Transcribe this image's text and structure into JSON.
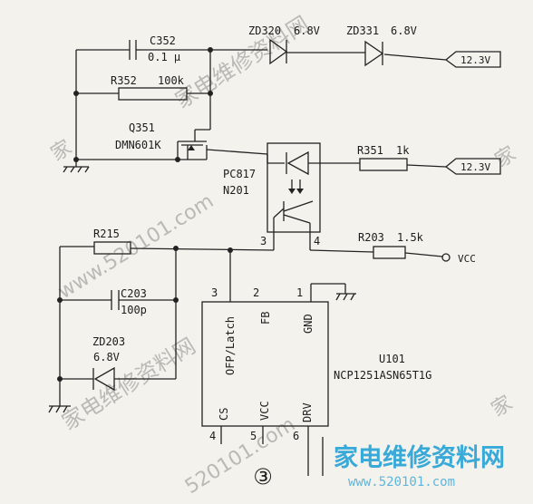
{
  "components": {
    "c352": {
      "ref": "C352",
      "value": "0.1 μ"
    },
    "r352": {
      "ref": "R352",
      "value": "100k"
    },
    "zd320": {
      "ref": "ZD320",
      "value": "6.8V"
    },
    "zd331": {
      "ref": "ZD331",
      "value": "6.8V"
    },
    "q351": {
      "ref": "Q351",
      "part": "DMN601K"
    },
    "pc817": {
      "part": "PC817",
      "ref": "N201",
      "pin3": "3",
      "pin4": "4"
    },
    "r351": {
      "ref": "R351",
      "value": "1k"
    },
    "r203": {
      "ref": "R203",
      "value": "1.5k"
    },
    "r215": {
      "ref": "R215"
    },
    "c203": {
      "ref": "C203",
      "value": "100p"
    },
    "zd203": {
      "ref": "ZD203",
      "value": "6.8V"
    },
    "u101": {
      "ref": "U101",
      "part": "NCP1251ASN65T1G",
      "pins": {
        "ofp": "OFP/Latch",
        "fb": "FB",
        "gnd": "GND",
        "cs": "CS",
        "vcc": "VCC",
        "drv": "DRV",
        "n1": "1",
        "n2": "2",
        "n3": "3",
        "n4": "4",
        "n5": "5",
        "n6": "6"
      }
    }
  },
  "nets": {
    "v12_top": "12.3V",
    "v12_mid": "12.3V",
    "vcc": "VCC"
  },
  "figure_number": "③",
  "watermark": {
    "brand": "家电维修资料网",
    "url": "www.520101.com",
    "short_url": "520101.com",
    "char": "家"
  }
}
